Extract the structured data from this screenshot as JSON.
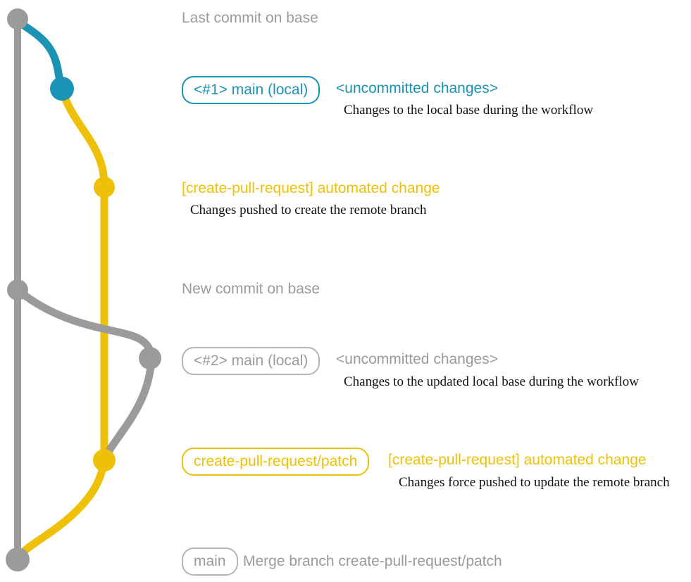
{
  "colors": {
    "gray": "#9b9b9b",
    "teal": "#1a93b5",
    "yellow": "#eec108",
    "description_text": "#111111",
    "background": "#ffffff"
  },
  "graph": {
    "branches": [
      {
        "name": "base-branch-line",
        "color": "gray"
      },
      {
        "name": "local-base-segment",
        "color": "teal"
      },
      {
        "name": "remote-patch-branch-line",
        "color": "yellow"
      },
      {
        "name": "patch-merge-curve",
        "color": "yellow"
      },
      {
        "name": "base-update-curve",
        "color": "gray"
      },
      {
        "name": "rebase-curve",
        "color": "gray"
      }
    ],
    "commits": [
      {
        "name": "last-commit-on-base",
        "color": "gray"
      },
      {
        "name": "uncommitted-changes-1",
        "color": "teal"
      },
      {
        "name": "automated-change-1",
        "color": "yellow"
      },
      {
        "name": "new-commit-on-base",
        "color": "gray"
      },
      {
        "name": "uncommitted-changes-2",
        "color": "gray"
      },
      {
        "name": "automated-change-2",
        "color": "yellow"
      },
      {
        "name": "merge-commit",
        "color": "gray"
      }
    ]
  },
  "annotations": {
    "last_commit": "Last commit on base",
    "badge_main_local_1": "<#1> main (local)",
    "uncommitted_1": "<uncommitted changes>",
    "desc_1": "Changes to the local base during the workflow",
    "automated_change_1": "[create-pull-request] automated change",
    "desc_2": "Changes pushed to create the remote branch",
    "new_commit": "New commit on base",
    "badge_main_local_2": "<#2> main (local)",
    "uncommitted_2": "<uncommitted changes>",
    "desc_3": "Changes to the updated local base during the workflow",
    "badge_patch": "create-pull-request/patch",
    "automated_change_2": "[create-pull-request] automated change",
    "desc_4": "Changes force pushed to update the remote branch",
    "badge_main": "main",
    "merge_label": "Merge branch create-pull-request/patch"
  }
}
